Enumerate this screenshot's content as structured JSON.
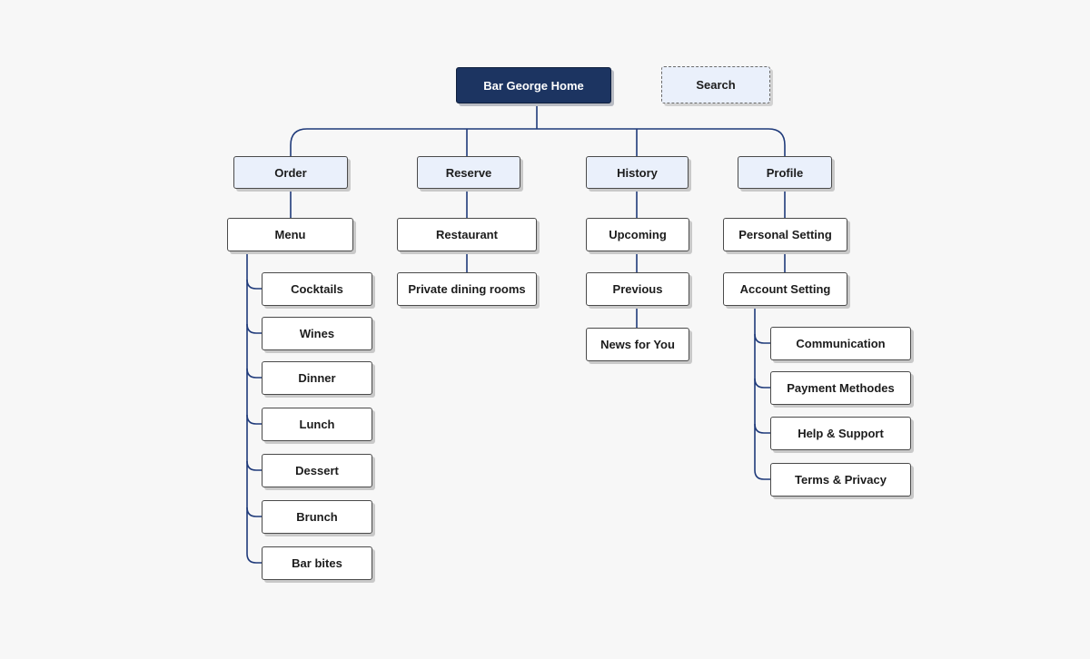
{
  "diagram": {
    "root": "Bar George Home",
    "search": "Search",
    "order": {
      "label": "Order",
      "menu": "Menu",
      "items": [
        "Cocktails",
        "Wines",
        "Dinner",
        "Lunch",
        "Dessert",
        "Brunch",
        "Bar bites"
      ]
    },
    "reserve": {
      "label": "Reserve",
      "restaurant": "Restaurant",
      "private_dining": "Private dining rooms"
    },
    "history": {
      "label": "History",
      "upcoming": "Upcoming",
      "previous": "Previous",
      "news": "News for You"
    },
    "profile": {
      "label": "Profile",
      "personal": "Personal Setting",
      "account": "Account Setting",
      "items": [
        "Communication",
        "Payment Methodes",
        "Help & Support",
        "Terms & Privacy"
      ]
    }
  },
  "colors": {
    "root_fill": "#1c3461",
    "category_fill": "#eaf0fb",
    "connector": "#1f3a7a",
    "background": "#f7f7f7"
  }
}
